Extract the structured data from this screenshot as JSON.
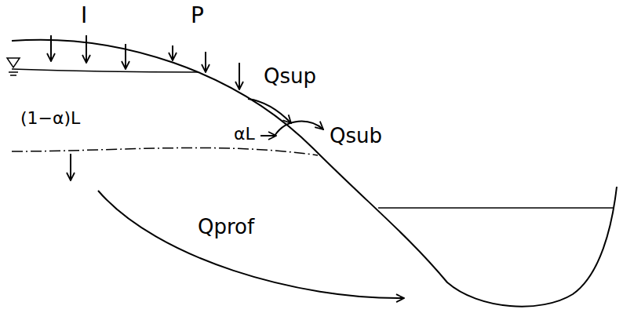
{
  "diagram": {
    "labels": [
      "I",
      "P",
      "Qsup",
      "Qsub",
      "αL",
      "(1−α)L",
      "Qprof"
    ]
  }
}
